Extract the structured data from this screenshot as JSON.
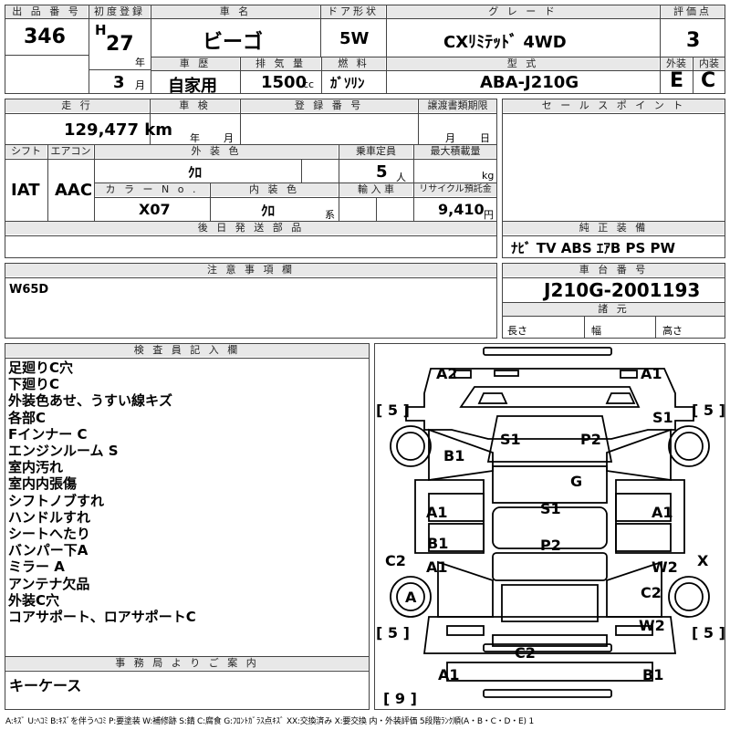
{
  "headers": {
    "lot_no": "出 品 番 号",
    "first_reg": "初度登録",
    "car_name": "車 名",
    "door": "ドア形状",
    "grade": "グ レ ー ド",
    "score": "評価点",
    "history": "車 歴",
    "displacement": "排 気 量",
    "fuel": "燃 料",
    "model": "型 式",
    "exterior": "外装",
    "interior": "内装",
    "mileage": "走 行",
    "inspection": "車 検",
    "reg_no": "登 録 番 号",
    "transfer_deadline": "譲渡書類期限",
    "sales_point": "セ ー ル ス ポ イ ン ト",
    "shift": "シフト",
    "aircon": "エアコン",
    "ext_color": "外 装 色",
    "capacity": "乗車定員",
    "max_load": "最大積載量",
    "color_no": "カ ラ ー N o .",
    "int_color": "内 装 色",
    "import": "輸 入 車",
    "recycle": "リサイクル預託金",
    "later_parts": "後 日 発 送 部 品",
    "options": "純 正 装 備",
    "notes": "注 意 事 項 欄",
    "chassis": "車 台 番 号",
    "dims": "諸 元",
    "inspector": "検 査 員 記 入 欄",
    "office": "事 務 局 よ り ご 案 内"
  },
  "vehicle": {
    "lot_no": "346",
    "era": "H",
    "year": "27",
    "year_unit": "年",
    "month": "3",
    "month_unit": "月",
    "car_name": "ビーゴ",
    "door": "5W",
    "grade": "CXﾘﾐﾃｯﾄﾞ 4WD",
    "score": "3",
    "history": "自家用",
    "displacement": "1500",
    "displacement_unit": "cc",
    "fuel": "ｶﾞｿﾘﾝ",
    "model": "ABA-J210G",
    "exterior": "E",
    "interior": "C",
    "mileage": "129,477 km",
    "insp_year_unit": "年",
    "insp_month_unit": "月",
    "transfer_month_unit": "月",
    "transfer_day_unit": "日",
    "shift": "IAT",
    "aircon": "AAC",
    "ext_color": "ｸﾛ",
    "capacity": "5",
    "capacity_unit": "人",
    "max_load_unit": "kg",
    "color_no": "X07",
    "int_color": "ｸﾛ",
    "int_color_unit": "系",
    "recycle": "9,410",
    "recycle_unit": "円",
    "options": "ﾅﾋﾞ TV ABS ｴｱB PS PW",
    "notes": "W65D",
    "chassis": "J210G-2001193",
    "length_label": "長さ",
    "width_label": "幅",
    "height_label": "高さ"
  },
  "inspector_notes": [
    "足廻りC穴",
    "下廻りC",
    "外装色あせ、うすい線キズ",
    "各部C",
    "Fインナー C",
    "エンジンルーム S",
    "室内汚れ",
    "室内内張傷",
    "シフトノブすれ",
    "ハンドルすれ",
    "シートへたり",
    "バンパー下A",
    "ミラー A",
    "アンテナ欠品",
    "外装C穴",
    "コアサポート、ロアサポートC"
  ],
  "office_note": "キーケース",
  "diagram": {
    "labels": [
      "A2",
      "A1",
      "S1",
      "B1",
      "S1",
      "P2",
      "G",
      "A1",
      "S1",
      "A1",
      "B1",
      "A1",
      "P2",
      "C2",
      "W2",
      "X",
      "A",
      "C2",
      "W2",
      "C2",
      "A1",
      "B1"
    ],
    "tires": [
      "[ 5 ]",
      "[ 5 ]",
      "[ 5 ]",
      "[ 5 ]",
      "[ 9 ]"
    ]
  },
  "legend": "A:ｷｽﾞ U:ﾍｺﾐ B:ｷｽﾞを伴うﾍｺﾐ P:要塗装 W:補修跡 S:錆 C:腐食 G:ﾌﾛﾝﾄｶﾞﾗｽ点ｷｽﾞ XX:交換済み X:要交換 内・外装評価 5段階ﾗﾝｸ順(A・B・C・D・E) 1"
}
